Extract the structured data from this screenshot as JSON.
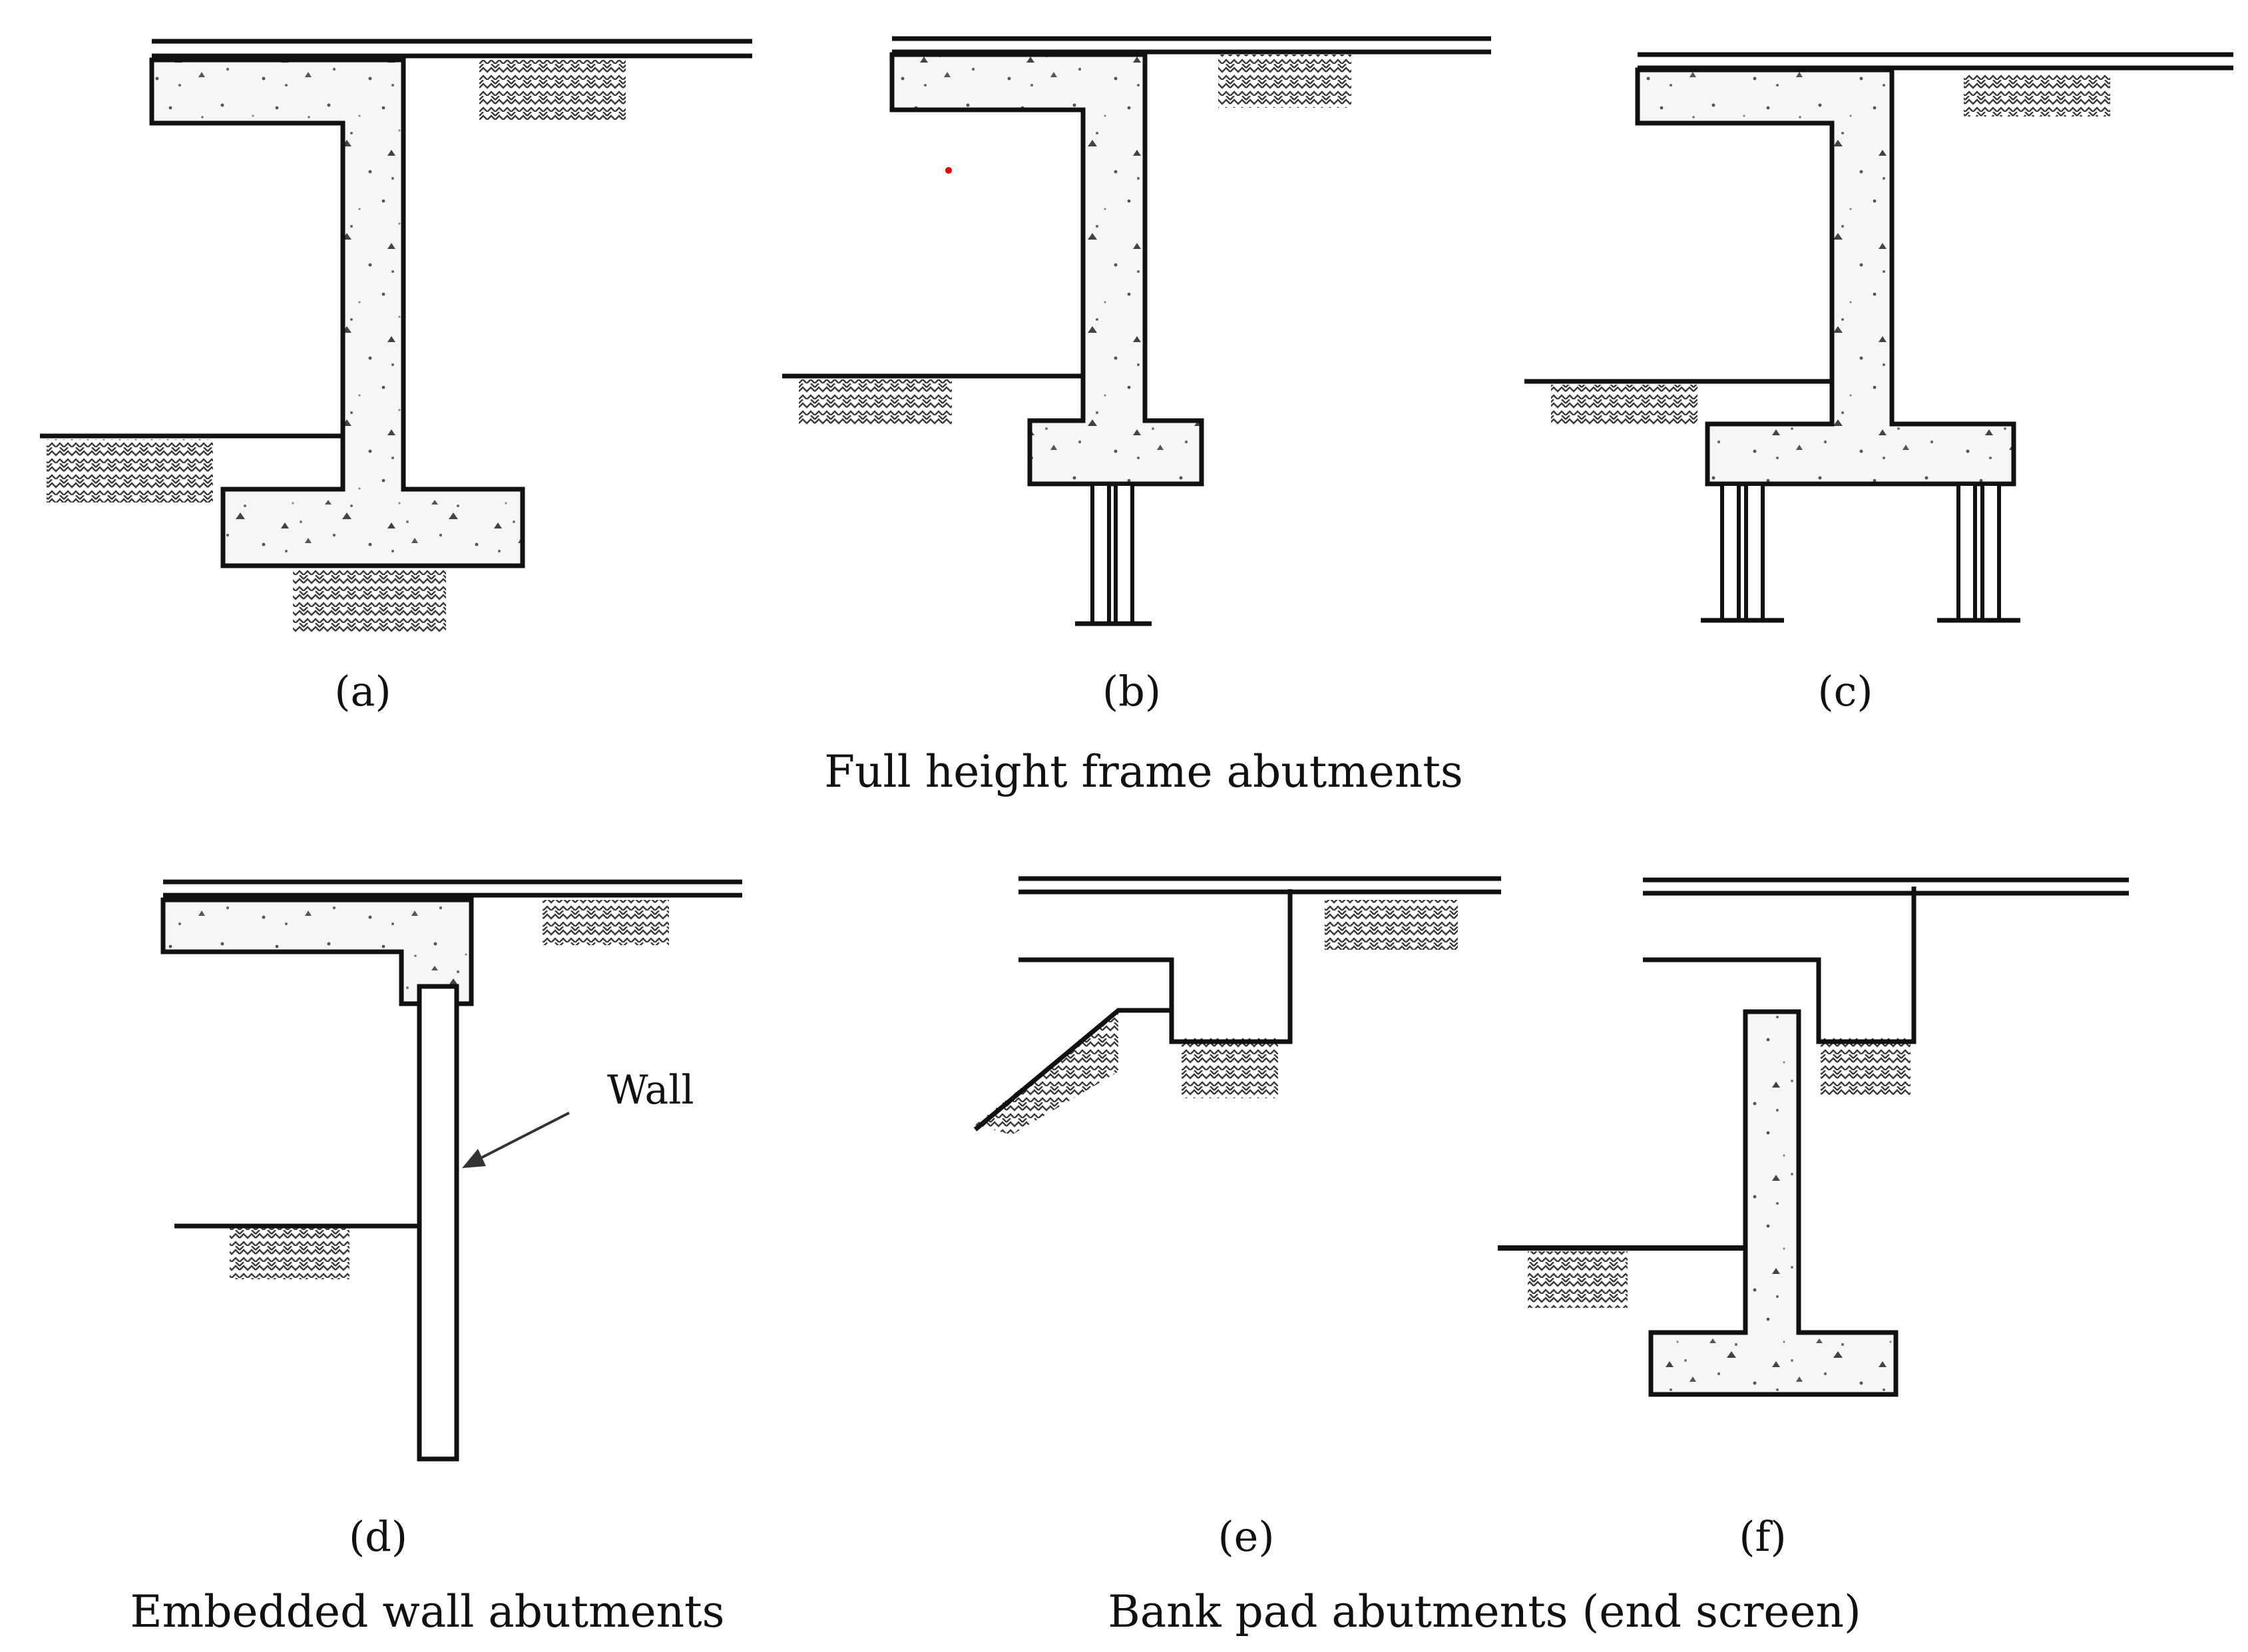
{
  "figure": {
    "panels": [
      {
        "id": "a",
        "label": "(a)"
      },
      {
        "id": "b",
        "label": "(b)"
      },
      {
        "id": "c",
        "label": "(c)"
      },
      {
        "id": "d",
        "label": "(d)"
      },
      {
        "id": "e",
        "label": "(e)"
      },
      {
        "id": "f",
        "label": "(f)"
      }
    ],
    "groups": {
      "full_height": "Full height frame abutments",
      "embedded": "Embedded wall abutments",
      "bank_pad": "Bank pad abutments (end screen)"
    },
    "callouts": {
      "wall": "Wall"
    }
  },
  "colors": {
    "line": "#111111",
    "concrete": "#f6f6f6",
    "soil": "#3a3a3a",
    "background": "#ffffff"
  },
  "icons": {
    "soil": "soil-hatch-icon",
    "concrete": "concrete-texture-icon"
  }
}
